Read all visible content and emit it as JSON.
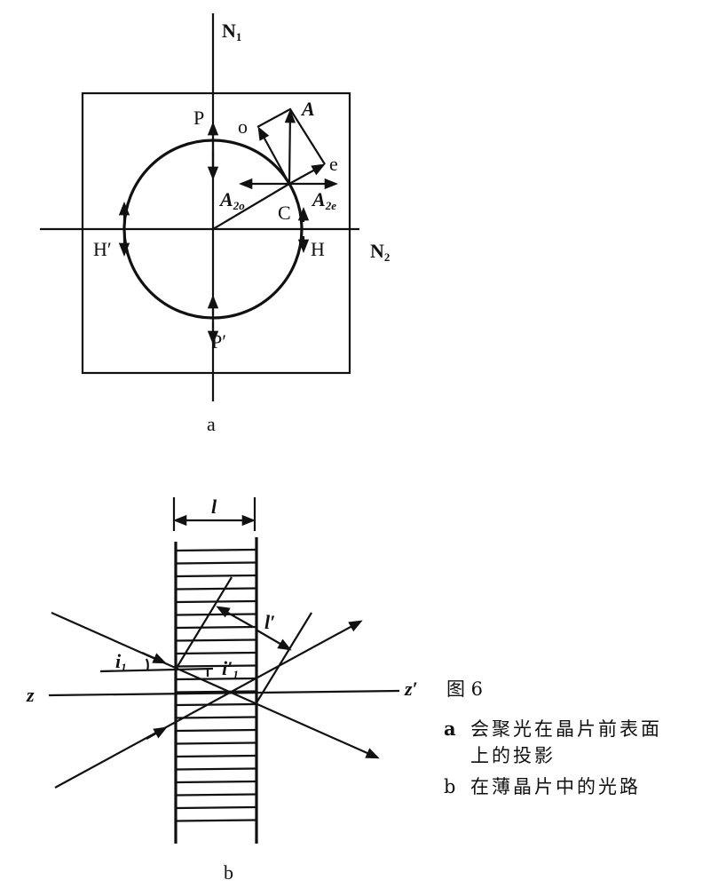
{
  "figure_a": {
    "axis_vertical": "N",
    "axis_vertical_sub": "1",
    "axis_horizontal": "N",
    "axis_horizontal_sub": "2",
    "points": {
      "P": "P",
      "P_prime": "P′",
      "H": "H",
      "H_prime": "H′",
      "C": "C",
      "o": "o",
      "e": "e",
      "A": "A"
    },
    "A2o": {
      "main": "A",
      "sub": "2o"
    },
    "A2e": {
      "main": "A",
      "sub": "2e"
    },
    "panel_label": "a"
  },
  "figure_b": {
    "thickness": "l",
    "thickness_prime": "l′",
    "angle_i1": {
      "main": "i",
      "sub": "1"
    },
    "angle_i1_prime": {
      "main": "i′",
      "sub": "1"
    },
    "axis_z": "z",
    "axis_z_prime": "z′",
    "panel_label": "b"
  },
  "caption": {
    "title": "图 6",
    "items": [
      {
        "key": "a",
        "lines": [
          "会聚光在晶片前表面",
          "上的投影"
        ]
      },
      {
        "key": "b",
        "lines": [
          "在薄晶片中的光路"
        ]
      }
    ]
  }
}
